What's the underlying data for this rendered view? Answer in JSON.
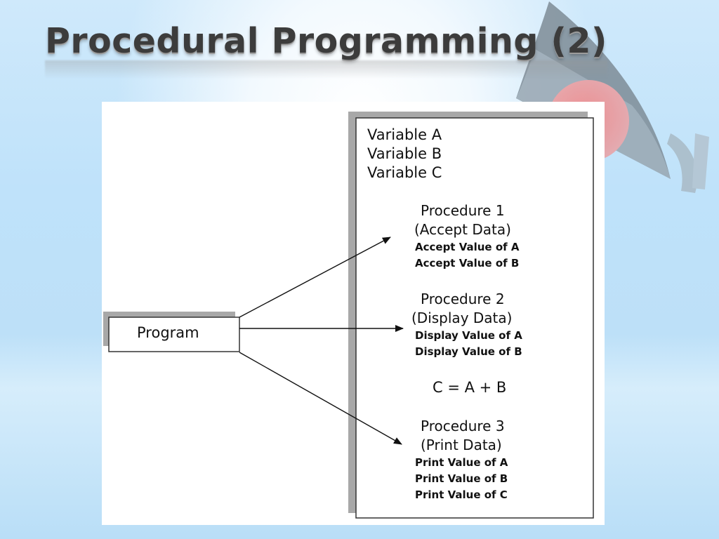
{
  "slide": {
    "title": "Procedural Programming (2)"
  },
  "diagram": {
    "program_label": "Program",
    "variables": [
      "Variable A",
      "Variable B",
      "Variable C"
    ],
    "procedures": [
      {
        "name": "Procedure 1",
        "purpose": "(Accept Data)",
        "steps": [
          "Accept Value of A",
          "Accept Value of B"
        ]
      },
      {
        "name": "Procedure 2",
        "purpose": "(Display Data)",
        "steps": [
          "Display Value of A",
          "Display Value of B"
        ]
      },
      {
        "name": "Procedure 3",
        "purpose": "(Print Data)",
        "steps": [
          "Print Value of A",
          "Print Value of B",
          "Print Value of C"
        ]
      }
    ],
    "formula": "C = A + B"
  },
  "colors": {
    "background": "#bfe2fa",
    "title_text": "#3c3c3c",
    "panel": "#ffffff",
    "box_border": "#333333",
    "box_shadow": "#a8a8a8"
  }
}
